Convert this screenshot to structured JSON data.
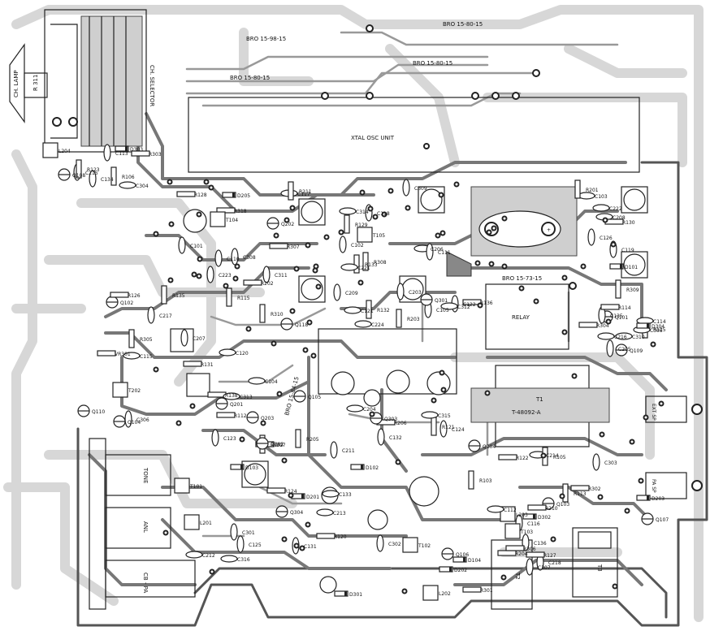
{
  "board": {
    "wires": [
      {
        "id": "w1",
        "label": "BRO 15-80-15"
      },
      {
        "id": "w2",
        "label": "BRO 15-98-15"
      },
      {
        "id": "w3",
        "label": "BRO 15-80-15"
      },
      {
        "id": "w4",
        "label": "BRO 15-80-15"
      },
      {
        "id": "w5",
        "label": "BRO 15-73-15"
      },
      {
        "id": "w6",
        "label": "BRO 15-84-15"
      }
    ],
    "modules": {
      "ch_lamp": "CH. LAMP",
      "ch_lamp_res": "R 311",
      "ch_selector": "CH. SELECTOR",
      "xtal": "XTAL OSC UNIT",
      "relay": "RELAY",
      "t1": "T1",
      "t1_code": "T-48092-A",
      "t2": "T2",
      "t3": "T3",
      "tone": "TONE",
      "anl": "ANL",
      "ch_pa": "CB - PA",
      "ext_sp": "EXT SP",
      "pa_sp": "PA SP"
    },
    "components": [
      "R318",
      "R133",
      "D101",
      "Q118",
      "C203",
      "Q201",
      "C204",
      "L201",
      "L202",
      "L203",
      "L204",
      "C205",
      "T202",
      "R204",
      "Q202",
      "C206",
      "C208",
      "C207",
      "C209",
      "R207",
      "C211",
      "C212",
      "C213",
      "C214",
      "C215",
      "C216",
      "C217",
      "C218",
      "D205",
      "C314",
      "C126",
      "C104",
      "C105",
      "R102",
      "R103",
      "T101",
      "T102",
      "R105",
      "R106",
      "Q101",
      "Q102",
      "Q103",
      "C101",
      "C102",
      "C103",
      "R135",
      "R136",
      "R112",
      "C132",
      "C131",
      "C133",
      "R113",
      "C134",
      "C135",
      "Q104",
      "C136",
      "C110",
      "C111",
      "R114",
      "R115",
      "C122",
      "Q105",
      "R121",
      "R124",
      "R120",
      "R122",
      "R123",
      "R125",
      "R126",
      "R127",
      "R128",
      "R129",
      "R130",
      "R131",
      "R132",
      "R138",
      "D102",
      "D103",
      "D104",
      "C112",
      "C113",
      "C114",
      "C115",
      "C116",
      "C117",
      "C118",
      "C119",
      "C120",
      "C121",
      "C123",
      "C124",
      "C125",
      "Q106",
      "Q107",
      "Q108",
      "Q109",
      "Q110",
      "T103",
      "T104",
      "T105",
      "R201",
      "R202",
      "R203",
      "R205",
      "R206",
      "C301",
      "C302",
      "C303",
      "C304",
      "C305",
      "C306",
      "C307",
      "C308",
      "C309",
      "C310",
      "C311",
      "C312",
      "C313",
      "C315",
      "C316",
      "R301",
      "R302",
      "R303",
      "R304",
      "R305",
      "R306",
      "R307",
      "R308",
      "R309",
      "R310",
      "Q301",
      "Q302",
      "Q303",
      "Q304",
      "D301",
      "D302",
      "D303",
      "D304",
      "VR301",
      "R210",
      "R211",
      "C221",
      "C222",
      "C223",
      "C224",
      "Q203",
      "Q204",
      "D201",
      "D202",
      "D203"
    ]
  }
}
